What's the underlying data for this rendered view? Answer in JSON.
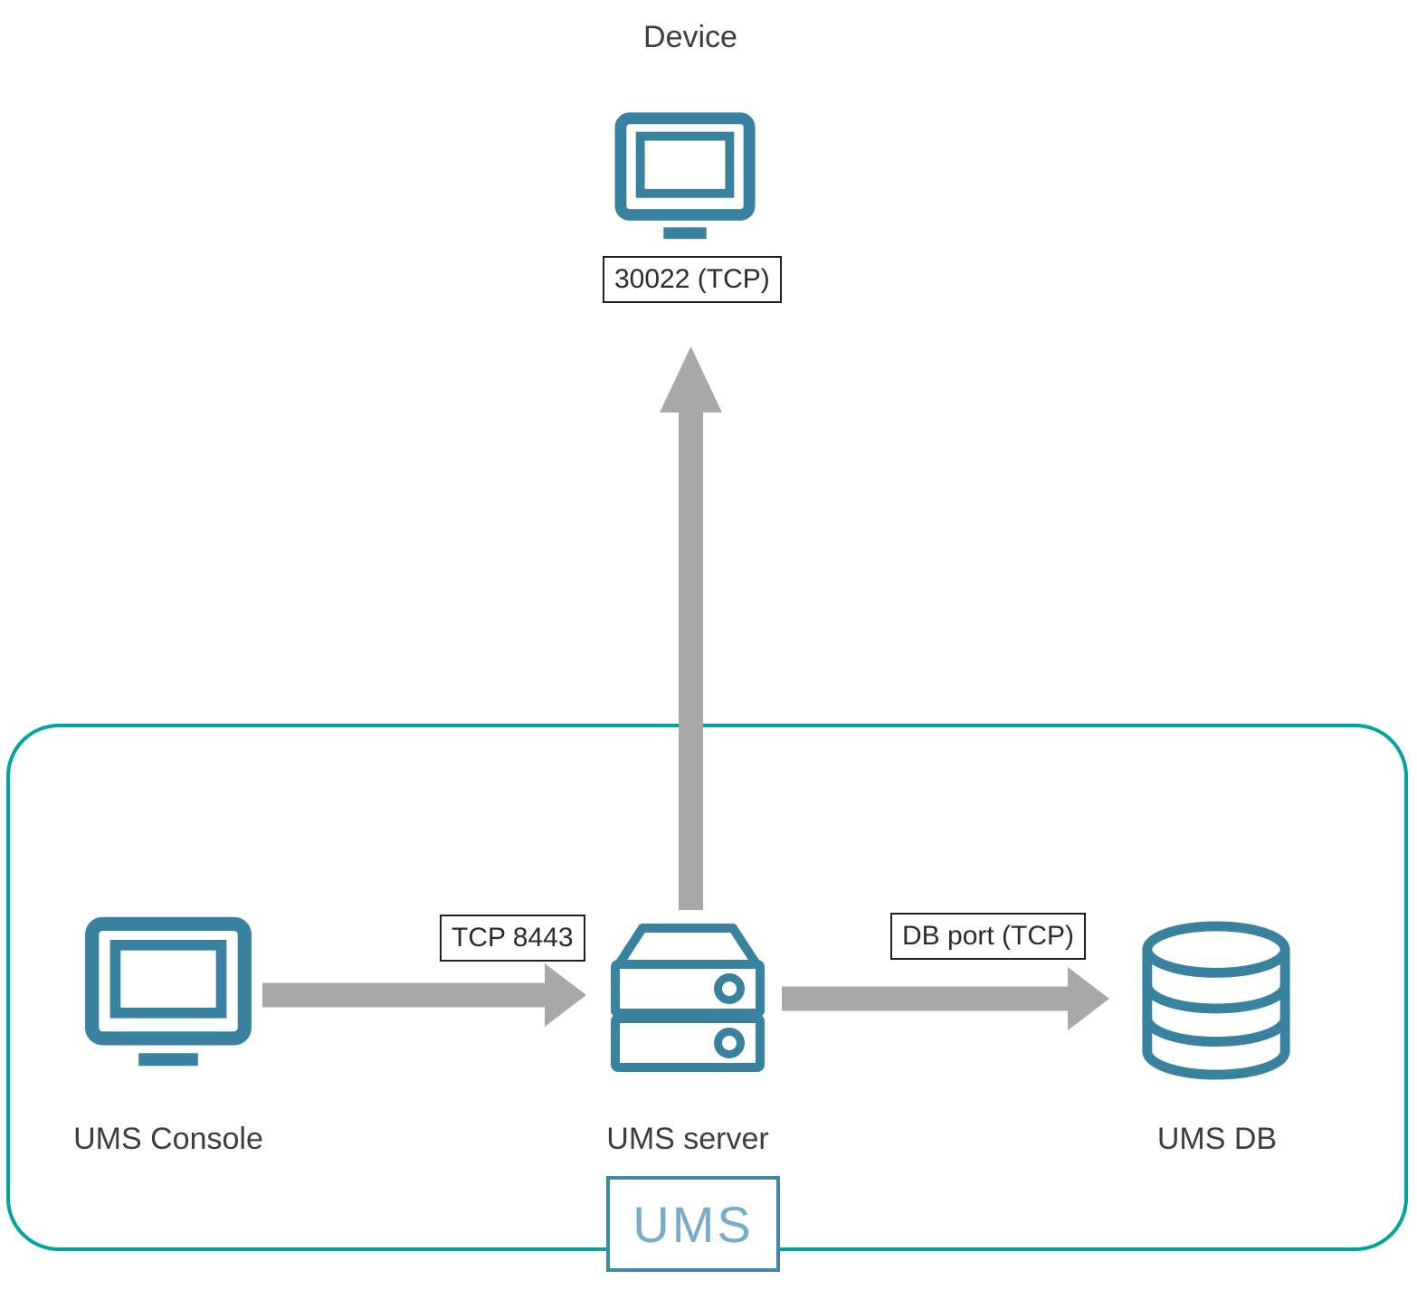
{
  "nodes": {
    "device": {
      "label": "Device"
    },
    "console": {
      "label": "UMS Console"
    },
    "server": {
      "label": "UMS server"
    },
    "db": {
      "label": "UMS DB"
    }
  },
  "connections": {
    "server_to_device": {
      "label": "30022 (TCP)",
      "direction": "up"
    },
    "console_to_server": {
      "label": "TCP 8443",
      "direction": "right"
    },
    "server_to_db": {
      "label": "DB port (TCP)",
      "direction": "right"
    }
  },
  "boundary": {
    "label": "UMS"
  },
  "colors": {
    "icon_stroke": "#38829f",
    "boundary_border": "#00a39e",
    "arrow_fill": "#a8a8a8",
    "label_text": "#3d3d3d",
    "port_box_border": "#1f1f1f",
    "badge_border": "#3f88a6",
    "badge_text": "#77abc7"
  }
}
